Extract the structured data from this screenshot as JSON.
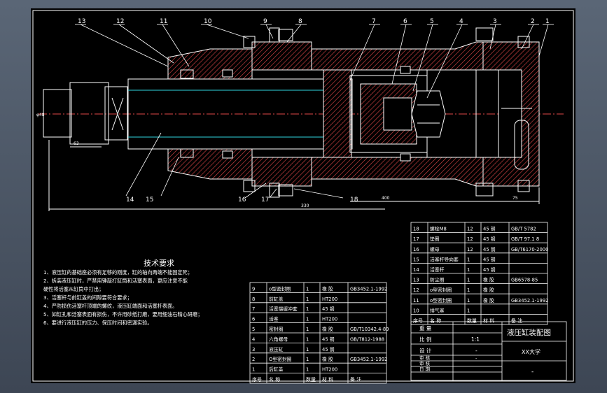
{
  "balloons": [
    "1",
    "2",
    "3",
    "4",
    "5",
    "6",
    "7",
    "8",
    "9",
    "10",
    "11",
    "12",
    "13",
    "14",
    "15",
    "16",
    "17",
    "18"
  ],
  "dimensions": {
    "total": "330",
    "mid": "400",
    "right": "75",
    "dia_left": "63",
    "dia_small": "φ48"
  },
  "requirements": {
    "title": "技术要求",
    "items": [
      "1、液压缸的基础座必须有足够的刚度，缸的轴向两端不能固定死；",
      "2、拆装液压缸时，严禁用锤敲打缸筒和活塞表面，更应注意不能",
      "    硬性将活塞从缸筒中打出；",
      "3、活塞杆与前缸盖的间隙要符合要求；",
      "4、严防损伤活塞杆顶端的螺纹，液压缸端面和活塞杆表面。",
      "5、如缸孔和活塞表面有损伤，不许用砂纸打磨，要用细油石精心研磨；",
      "6、要进行液压缸的压力、保压时间和密漏实验。"
    ]
  },
  "bom_upper": [
    {
      "no": "18",
      "name": "螺栓M8",
      "qty": "12",
      "mat": "45 钢",
      "std": "GB/T 5782"
    },
    {
      "no": "17",
      "name": "垫圈",
      "qty": "12",
      "mat": "45 钢",
      "std": "GB/T 97.1 8"
    },
    {
      "no": "16",
      "name": "螺母",
      "qty": "12",
      "mat": "45 钢",
      "std": "GB/T6170-2000"
    },
    {
      "no": "15",
      "name": "活塞杆导向套",
      "qty": "1",
      "mat": "45 钢",
      "std": ""
    },
    {
      "no": "14",
      "name": "活塞杆",
      "qty": "1",
      "mat": "45 钢",
      "std": ""
    },
    {
      "no": "13",
      "name": "防尘圈",
      "qty": "1",
      "mat": "橡 胶",
      "std": "GB6578-85"
    },
    {
      "no": "12",
      "name": "o型密封圈",
      "qty": "1",
      "mat": "橡 胶",
      "std": ""
    },
    {
      "no": "11",
      "name": "o型密封圈",
      "qty": "1",
      "mat": "橡 胶",
      "std": "GB3452.1-1992"
    },
    {
      "no": "10",
      "name": "排气塞",
      "qty": "1",
      "mat": "",
      "std": ""
    }
  ],
  "bom_upper_header": {
    "no": "序号",
    "name": "名 称",
    "qty": "数量",
    "mat": "材 料",
    "std": "备 注"
  },
  "bom_lower": [
    {
      "no": "9",
      "name": "o型密封圈",
      "qty": "1",
      "mat": "橡 胶",
      "std": "GB3452.1-1992"
    },
    {
      "no": "8",
      "name": "前缸盖",
      "qty": "1",
      "mat": "HT200",
      "std": ""
    },
    {
      "no": "7",
      "name": "活塞端缓冲套",
      "qty": "1",
      "mat": "45 钢",
      "std": ""
    },
    {
      "no": "6",
      "name": "活塞",
      "qty": "1",
      "mat": "HT200",
      "std": ""
    },
    {
      "no": "5",
      "name": "密封圈",
      "qty": "1",
      "mat": "橡 胶",
      "std": "GB/T10342.4-89"
    },
    {
      "no": "4",
      "name": "六角螺母",
      "qty": "1",
      "mat": "45 钢",
      "std": "GB/T812-1988"
    },
    {
      "no": "3",
      "name": "液压缸",
      "qty": "1",
      "mat": "45 钢",
      "std": ""
    },
    {
      "no": "2",
      "name": "O型密封圈",
      "qty": "1",
      "mat": "橡 胶",
      "std": "GB3452.1-1992"
    },
    {
      "no": "1",
      "name": "后缸盖",
      "qty": "1",
      "mat": "HT200",
      "std": ""
    }
  ],
  "bom_lower_header": {
    "no": "序号",
    "name": "名 称",
    "qty": "数量",
    "mat": "材 料",
    "std": "备 注"
  },
  "title_block": {
    "weight_label": "重 量",
    "scale_label": "比 例",
    "scale_value": "1:1",
    "design_label": "设 计",
    "design_value": "-",
    "check_label": "审 核",
    "check_value": "-",
    "approve_label": "审 核",
    "date_label": "日 期",
    "drawing_title": "液压缸装配图",
    "school": "XX大学",
    "sheet_no": "-"
  },
  "colors": {
    "line": "#ffffff",
    "balloon_line": "#ffffff",
    "hatch": "#e04848",
    "cyan": "#2fd6e0",
    "green": "#34d634",
    "yellow": "#ffe14d"
  }
}
